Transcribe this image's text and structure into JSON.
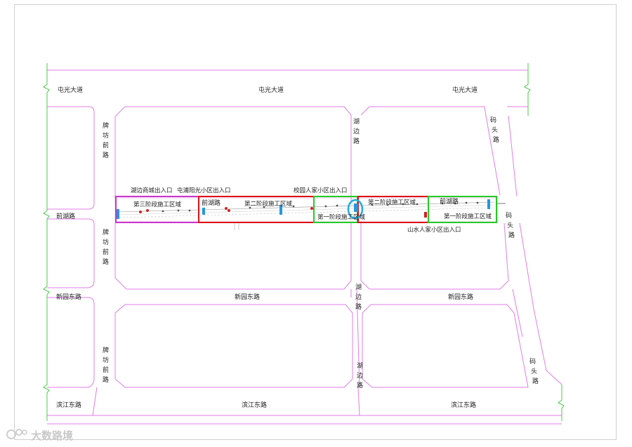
{
  "roads": {
    "tunguang_left": "屯光大道",
    "tunguang_center": "屯光大道",
    "tunguang_right": "屯光大道",
    "paifangqian_top": [
      "牌",
      "坊",
      "前",
      "路"
    ],
    "paifangqian_mid": [
      "牌",
      "坊",
      "前",
      "路"
    ],
    "paifangqian_bottom": [
      "牌",
      "坊",
      "前",
      "路"
    ],
    "qianhu_left": "前湖路",
    "hubian_top": [
      "湖",
      "边",
      "路"
    ],
    "hubian_mid": [
      "湖",
      "边",
      "路"
    ],
    "hubian_bottom": [
      "湖",
      "边",
      "路"
    ],
    "matou_top": [
      "码",
      "头",
      "路"
    ],
    "matou_mid": [
      "码",
      "头",
      "路"
    ],
    "matou_bottom": [
      "码",
      "头",
      "路"
    ],
    "xinyuan_left": "新园东路",
    "xinyuan_center": "新园东路",
    "xinyuan_right": "新园东路",
    "binjiang_left": "滨江东路",
    "binjiang_center": "滨江东路",
    "binjiang_right": "滨江东路",
    "qianhu_zone_left": "前湖路",
    "qianhu_zone_right": "前湖路"
  },
  "exits": {
    "hubian_mall": "湖边商城出入口",
    "tunpu_yangguang": "屯浦阳光小区出入口",
    "xiaoyuan_renjia": "校园人家小区出入口",
    "shanshui_renjia": "山水人家小区出入口"
  },
  "zones": {
    "phase3": "第三阶段施工区域",
    "phase2_left": "第二阶段施工区域",
    "phase1_left": "第一阶段施工区域",
    "phase2_right": "第二阶段施工区域",
    "phase1_right": "第一阶段施工区域"
  },
  "colors": {
    "road": "#e07de6",
    "phase1": "#22cc22",
    "phase2": "#dd1111",
    "phase3": "#cc33cc",
    "boundary": "#33cc33",
    "marker": "#2299dd"
  },
  "watermark": "大数路境"
}
